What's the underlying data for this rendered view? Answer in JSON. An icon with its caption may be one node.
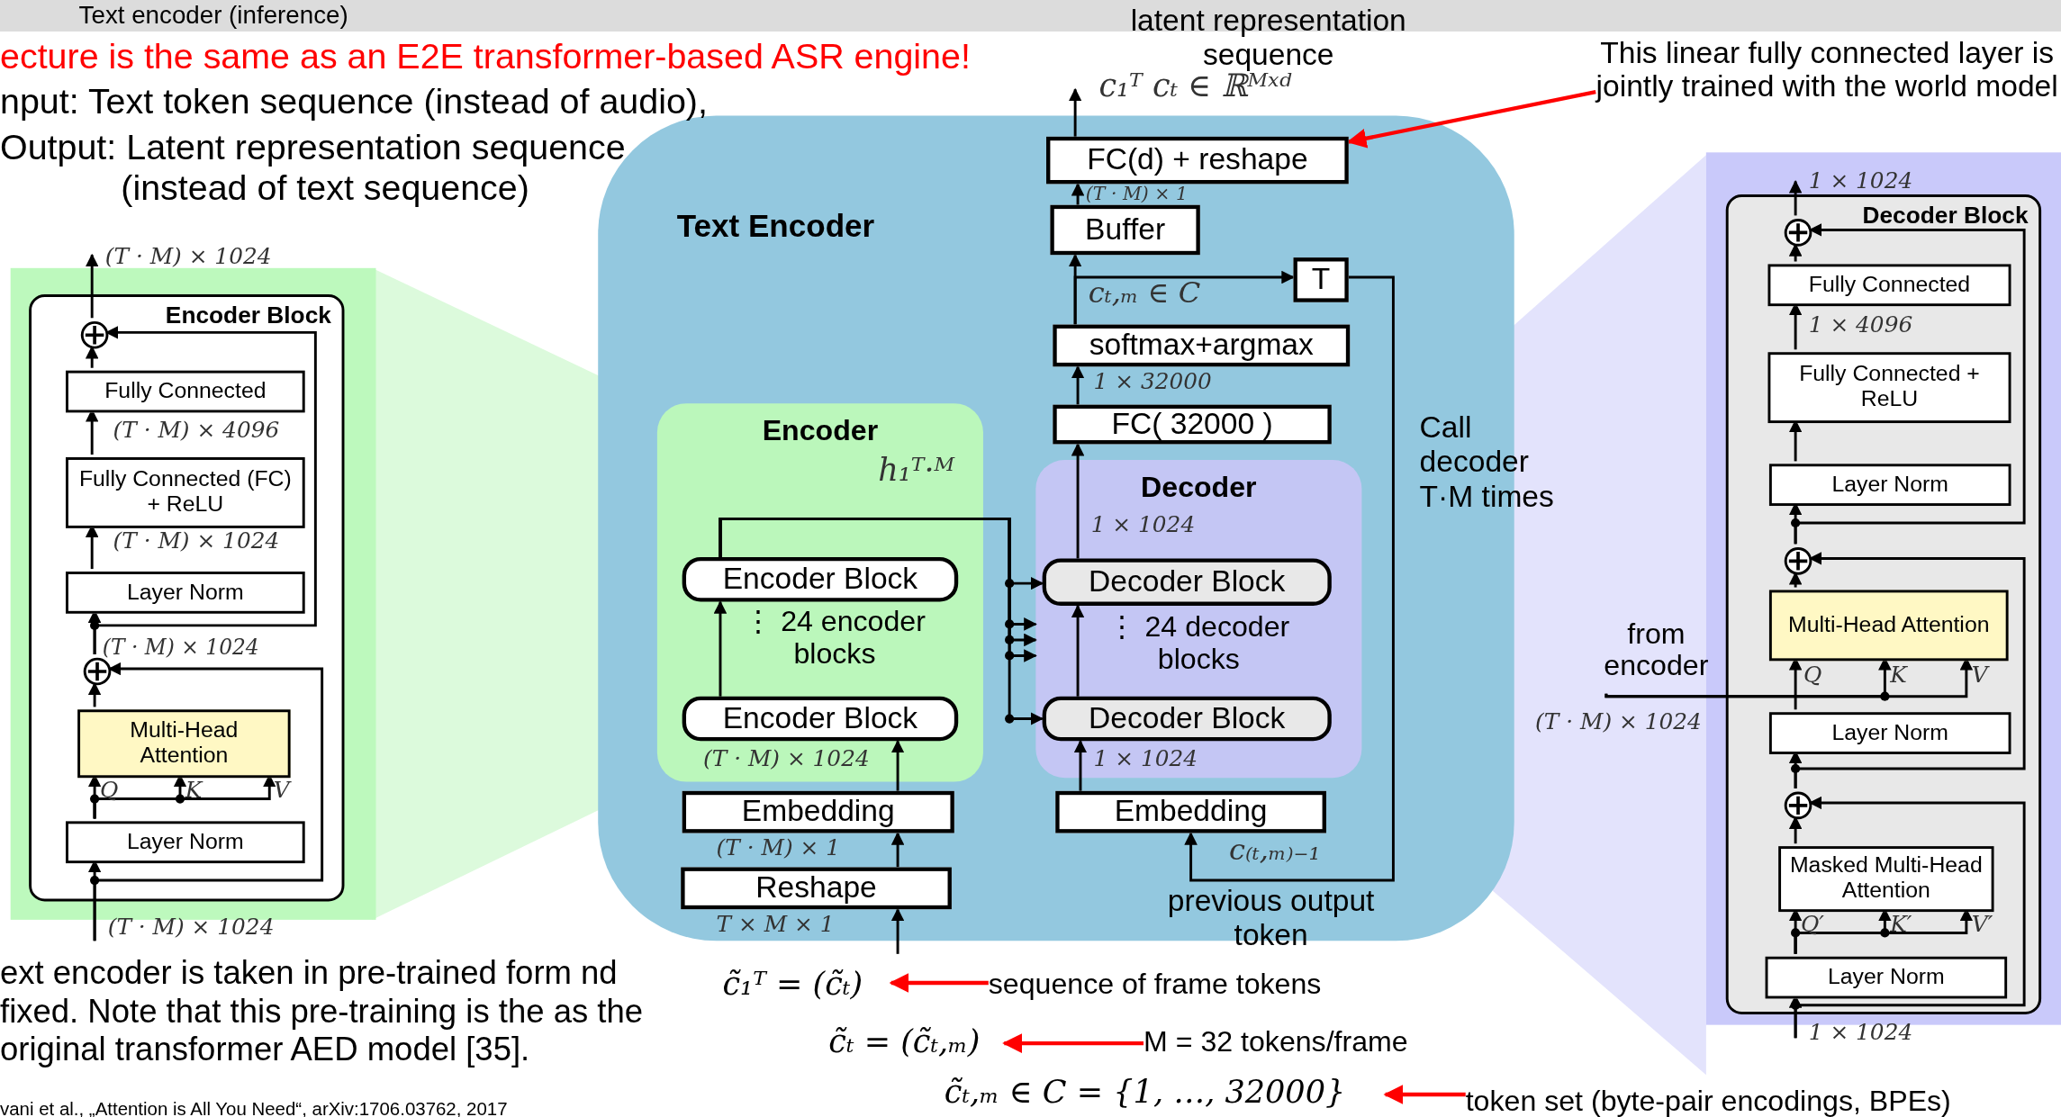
{
  "diagram": {
    "title": "Text encoder (inference)",
    "nodes": [
      {
        "text": [
          "Text Encoder"
        ]
      },
      {
        "text": [
          "Encoder"
        ],
        "in": 0
      },
      {
        "text": [
          "Encoder Block"
        ],
        "in": 1
      },
      {
        "text": [
          "Encoder Block"
        ],
        "in": 1
      },
      {
        "text": [
          "Embedding"
        ],
        "in": 0
      },
      {
        "text": [
          "Reshape"
        ],
        "in": 0
      },
      {
        "text": [
          "Decoder"
        ],
        "in": 0
      },
      {
        "text": [
          "Decoder Block"
        ],
        "in": 6
      },
      {
        "text": [
          "Decoder Block"
        ],
        "in": 6
      },
      {
        "text": [
          "Embedding"
        ],
        "in": 0
      },
      {
        "text": [
          "FC( 32000 )"
        ],
        "in": 0
      },
      {
        "text": [
          "softmax+argmax"
        ],
        "in": 0
      },
      {
        "text": [
          "T"
        ],
        "in": 0
      },
      {
        "text": [
          "Buffer"
        ],
        "in": 0
      },
      {
        "text": [
          "FC(d) + reshape"
        ],
        "in": 0
      },
      {
        "text": [
          "Encoder Block"
        ]
      },
      {
        "text": [],
        "shape": "circle",
        "in": 15
      },
      {
        "text": [
          "Fully Connected"
        ],
        "in": 15
      },
      {
        "text": [
          "Fully Connected (FC) + ReLU"
        ],
        "in": 15
      },
      {
        "text": [
          "Layer Norm"
        ],
        "in": 15
      },
      {
        "text": [],
        "shape": "circle",
        "in": 15
      },
      {
        "text": [
          "Multi-Head Attention"
        ],
        "in": 15
      },
      {
        "text": [
          "Layer Norm"
        ],
        "in": 15
      },
      {
        "text": [
          "Decoder Block"
        ]
      },
      {
        "text": [],
        "shape": "circle",
        "in": 23
      },
      {
        "text": [
          "Fully Connected"
        ],
        "in": 23
      },
      {
        "text": [
          "Fully Connected + ReLU"
        ],
        "in": 23
      },
      {
        "text": [
          "Layer Norm"
        ],
        "in": 23
      },
      {
        "text": [],
        "shape": "circle",
        "in": 23
      },
      {
        "text": [
          "Multi-Head Attention"
        ],
        "in": 23
      },
      {
        "text": [
          "Layer Norm"
        ],
        "in": 23
      },
      {
        "text": [],
        "shape": "circle",
        "in": 23
      },
      {
        "text": [
          "Masked Multi-Head Attention"
        ],
        "in": 23
      },
      {
        "text": [
          "Layer Norm"
        ],
        "in": 23
      },
      {
        "text": [
          "This linear fully connected layer is jointly trained with the world model"
        ]
      },
      {
        "text": [
          "c̃₁ᵀ = (c̃ₜ)"
        ]
      },
      {
        "text": [
          "c̃ₜ = (c̃ₜ,ₘ)"
        ]
      },
      {
        "text": [
          "c̃ₜ,ₘ ∈ C = {1, …, 32000}"
        ]
      },
      {
        "text": [
          "sequence of frame tokens"
        ]
      },
      {
        "text": [
          "M = 32 tokens/frame"
        ]
      },
      {
        "text": [
          "token set (byte-pair encodings, BPEs)"
        ]
      },
      {
        "text": [
          "from encoder"
        ]
      }
    ],
    "edges": [
      {
        "from": 35,
        "to": 5,
        "arrow": "to",
        "label": "T × M × 1"
      },
      {
        "from": 5,
        "to": 4,
        "arrow": "to",
        "label": "(T · M) × 1"
      },
      {
        "from": 4,
        "to": 3,
        "arrow": "to",
        "label": "(T · M) × 1024"
      },
      {
        "from": 3,
        "to": 2,
        "arrow": "to",
        "label": "⋮ 24 encoder blocks"
      },
      {
        "from": 2,
        "to": 7,
        "arrow": "to",
        "label": "h₁ᵀ·ᴹ"
      },
      {
        "from": 2,
        "to": 6,
        "arrow": "to"
      },
      {
        "from": 2,
        "to": 6,
        "arrow": "to"
      },
      {
        "from": 2,
        "to": 6,
        "arrow": "to"
      },
      {
        "from": 2,
        "to": 8,
        "arrow": "to"
      },
      {
        "from": 9,
        "to": 8,
        "arrow": "to",
        "label": "1 × 1024"
      },
      {
        "from": 8,
        "to": 7,
        "arrow": "to",
        "label": "⋮ 24 decoder blocks"
      },
      {
        "from": 7,
        "to": 10,
        "arrow": "to",
        "label": "1 × 1024"
      },
      {
        "from": 10,
        "to": 11,
        "arrow": "to",
        "label": "1 × 32000"
      },
      {
        "from": 11,
        "to": 12,
        "arrow": "to",
        "label": "cₜ,ₘ ∈ C"
      },
      {
        "from": 11,
        "to": 13,
        "arrow": "to"
      },
      {
        "from": 12,
        "to": 9,
        "arrow": "to",
        "label": "c₍ₜ,ₘ₎₋₁"
      },
      {
        "from": 13,
        "to": 14,
        "arrow": "to",
        "label": "(T · M) × 1"
      },
      {
        "from": 14,
        "to": null,
        "arrow": "to",
        "label": "c₁ᵀ   cₜ ∈ ℝᴹˣᵈ"
      },
      {
        "from": 34,
        "to": 14,
        "arrow": "to",
        "color": "#ff0000"
      },
      {
        "from": 38,
        "to": 35,
        "arrow": "to",
        "color": "#ff0000"
      },
      {
        "from": 39,
        "to": 36,
        "arrow": "to",
        "color": "#ff0000"
      },
      {
        "from": 40,
        "to": 37,
        "arrow": "to",
        "color": "#ff0000"
      },
      {
        "from": null,
        "to": 22,
        "arrow": "to",
        "label": "(T · M) × 1024"
      },
      {
        "from": null,
        "to": 20,
        "arrow": "to"
      },
      {
        "from": 22,
        "to": 21,
        "arrow": "to",
        "label": "Q"
      },
      {
        "from": 22,
        "to": 21,
        "arrow": "to",
        "label": "K"
      },
      {
        "from": 22,
        "to": 21,
        "arrow": "to",
        "label": "V"
      },
      {
        "from": 21,
        "to": 20,
        "arrow": "to"
      },
      {
        "from": 20,
        "to": 19,
        "arrow": "to",
        "label": "(T · M) × 1024"
      },
      {
        "from": 20,
        "to": 16,
        "arrow": "to"
      },
      {
        "from": 19,
        "to": 18,
        "arrow": "to",
        "label": "(T · M) × 1024"
      },
      {
        "from": 18,
        "to": 17,
        "arrow": "to",
        "label": "(T · M) × 4096"
      },
      {
        "from": 17,
        "to": 16,
        "arrow": "to"
      },
      {
        "from": 16,
        "to": null,
        "arrow": "to",
        "label": "(T · M) × 1024"
      },
      {
        "from": null,
        "to": 33,
        "arrow": "to",
        "label": "1 × 1024"
      },
      {
        "from": null,
        "to": 31,
        "arrow": "to"
      },
      {
        "from": 33,
        "to": 32,
        "arrow": "to",
        "label": "Q′"
      },
      {
        "from": 33,
        "to": 32,
        "arrow": "to",
        "label": "K′"
      },
      {
        "from": 33,
        "to": 32,
        "arrow": "to",
        "label": "V′"
      },
      {
        "from": 32,
        "to": 31,
        "arrow": "to"
      },
      {
        "from": 31,
        "to": 30,
        "arrow": "to"
      },
      {
        "from": 31,
        "to": 28,
        "arrow": "to"
      },
      {
        "from": 30,
        "to": 29,
        "arrow": "to",
        "label": "Q"
      },
      {
        "from": 41,
        "to": 29,
        "arrow": "to",
        "label": "K"
      },
      {
        "from": 41,
        "to": 29,
        "arrow": "to",
        "label": "V"
      },
      {
        "from": 29,
        "to": 28,
        "arrow": "to"
      },
      {
        "from": 28,
        "to": 27,
        "arrow": "to"
      },
      {
        "from": 28,
        "to": 24,
        "arrow": "to"
      },
      {
        "from": 27,
        "to": 26,
        "arrow": "to"
      },
      {
        "from": 26,
        "to": 25,
        "arrow": "to",
        "label": "1 × 4096"
      },
      {
        "from": 25,
        "to": 24,
        "arrow": "to"
      },
      {
        "from": 24,
        "to": null,
        "arrow": "to",
        "label": "1 × 1024"
      }
    ],
    "labels": [
      "ecture is the same as an E2E transformer-based ASR engine!",
      "nput:   Text token sequence (instead of audio),",
      "Output: Latent representation sequence (instead of text sequence)",
      "latent representation sequence",
      "Call decoder T·M times",
      "previous output token",
      "(T · M) × 1024",
      "ext encoder is taken in pre-trained form nd fixed. Note that this pre-training is the as the original transformer AED model [35].",
      "vani et al., „Attention is All You Need“, arXiv:1706.03762, 2017"
    ]
  }
}
